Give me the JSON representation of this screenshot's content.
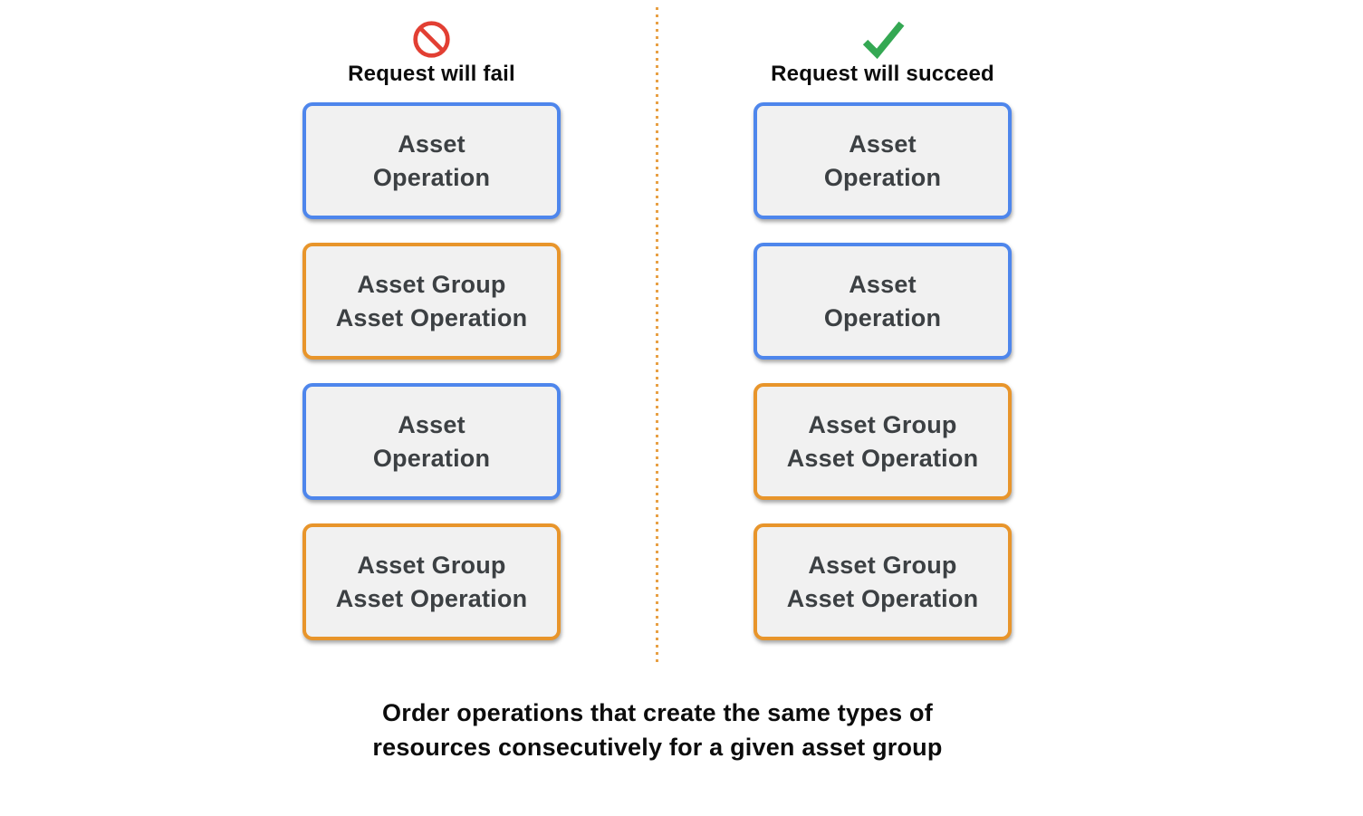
{
  "diagram": {
    "fail_column": {
      "icon": "prohibited-icon",
      "title": "Request will fail",
      "boxes": [
        {
          "line1": "Asset",
          "line2": "Operation",
          "type": "asset-operation"
        },
        {
          "line1": "Asset Group",
          "line2": "Asset Operation",
          "type": "asset-group-asset-operation"
        },
        {
          "line1": "Asset",
          "line2": "Operation",
          "type": "asset-operation"
        },
        {
          "line1": "Asset Group",
          "line2": "Asset Operation",
          "type": "asset-group-asset-operation"
        }
      ]
    },
    "succeed_column": {
      "icon": "checkmark-icon",
      "title": "Request will succeed",
      "boxes": [
        {
          "line1": "Asset",
          "line2": "Operation",
          "type": "asset-operation"
        },
        {
          "line1": "Asset",
          "line2": "Operation",
          "type": "asset-operation"
        },
        {
          "line1": "Asset Group",
          "line2": "Asset Operation",
          "type": "asset-group-asset-operation"
        },
        {
          "line1": "Asset Group",
          "line2": "Asset Operation",
          "type": "asset-group-asset-operation"
        }
      ]
    },
    "caption": {
      "line1": "Order operations that create the same types of",
      "line2": "resources consecutively for a given asset group"
    },
    "colors": {
      "asset_operation_border": "#4E86EC",
      "asset_group_border": "#E8952B",
      "fail_icon": "#E23F33",
      "success_icon": "#34A853",
      "box_background": "#F1F1F1",
      "box_text": "#3C4043",
      "divider_dots": "#E8A044"
    }
  }
}
